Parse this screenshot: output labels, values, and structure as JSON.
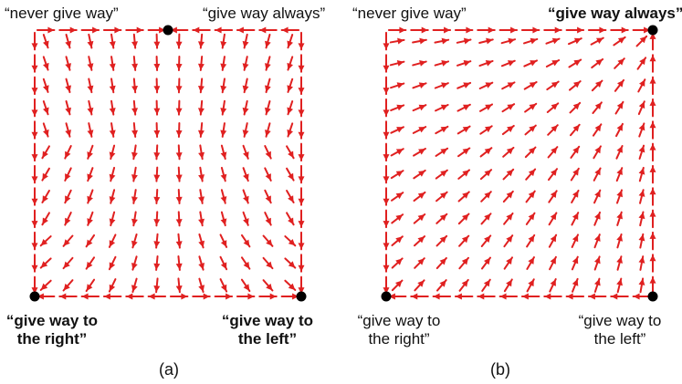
{
  "panels": [
    {
      "caption": "(a)",
      "labels": {
        "top_left": "“never give way”",
        "top_right": "“give way always”",
        "bottom_left_line1": "“give way to",
        "bottom_left_line2": "the right”",
        "bottom_right_line1": "“give way to",
        "bottom_right_line2": "the left”"
      },
      "bold": [
        "bottom_left",
        "bottom_right"
      ],
      "stable_points": [
        "top_right_midpoint",
        "bottom_left",
        "bottom_right"
      ]
    },
    {
      "caption": "(b)",
      "labels": {
        "top_left": "“never give way”",
        "top_right": "“give way always”",
        "bottom_left_line1": "“give way to",
        "bottom_left_line2": "the right”",
        "bottom_right_line1": "“give way to",
        "bottom_right_line2": "the left”"
      },
      "bold": [
        "top_right"
      ],
      "stable_points": [
        "top_right",
        "bottom_left",
        "bottom_right"
      ]
    }
  ],
  "colors": {
    "arrow": "#e02020",
    "point": "#000000"
  }
}
